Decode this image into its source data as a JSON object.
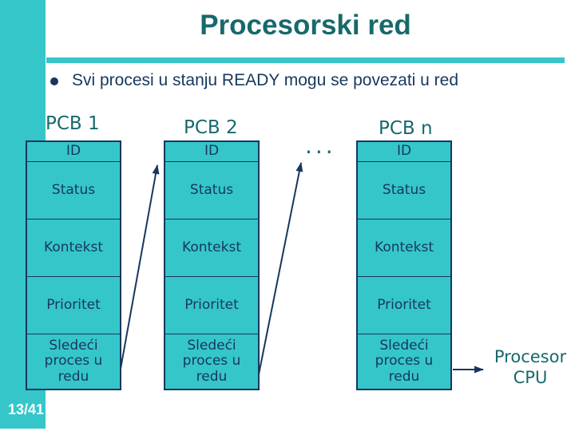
{
  "slide": {
    "title": "Procesorski red",
    "bullet": "Svi procesi u stanju READY mogu se povezati u red",
    "ellipsis": "...",
    "page_number": "13/41",
    "cpu": {
      "line1": "Procesor",
      "line2": "CPU"
    }
  },
  "colors": {
    "accent_teal": "#35c6ca",
    "heading_teal": "#17696b",
    "navy": "#17375e",
    "background": "#ffffff"
  },
  "pcbs": [
    {
      "label": "PCB 1",
      "rows": [
        "ID",
        "Status",
        "Kontekst",
        "Prioritet",
        "Sledeći proces u redu"
      ]
    },
    {
      "label": "PCB 2",
      "rows": [
        "ID",
        "Status",
        "Kontekst",
        "Prioritet",
        "Sledeći proces u redu"
      ]
    },
    {
      "label": "PCB n",
      "rows": [
        "ID",
        "Status",
        "Kontekst",
        "Prioritet",
        "Sledeći proces u redu"
      ]
    }
  ]
}
